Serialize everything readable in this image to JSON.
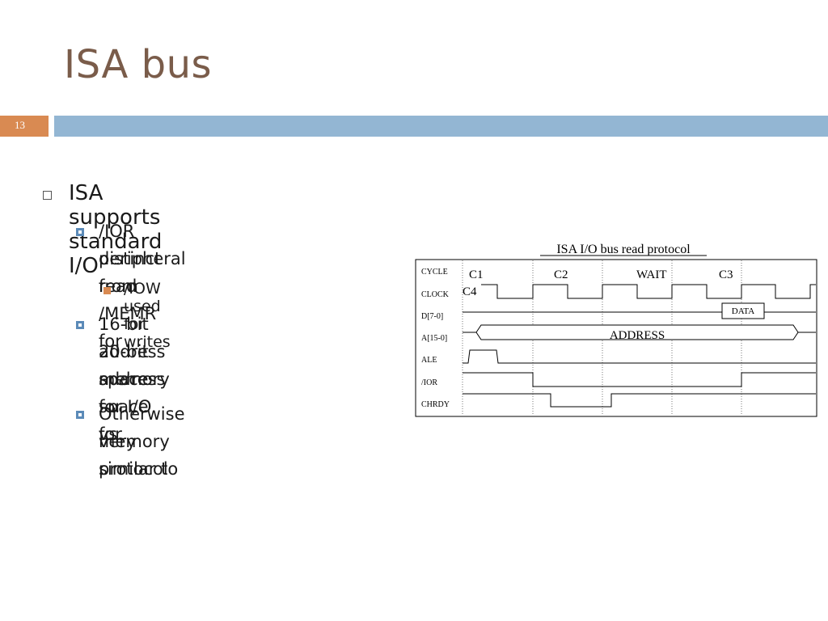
{
  "slide": {
    "title": "ISA bus",
    "number": "13",
    "colors": {
      "title": "#7a5c4a",
      "accent_orange": "#d98a52",
      "accent_blue": "#93b6d3"
    }
  },
  "bullets": {
    "b1": "ISA supports standard I/O",
    "b2_line1": "/IOR distinct from /MEMR for",
    "b2_line2": "peripheral read",
    "b3": "/IOW used for writes",
    "b4_line1": "16-bit address space for I/O vs.",
    "b4_line2": "20-bit address space for",
    "b4_line3": "memory",
    "b5_line1": "Otherwise very similar to",
    "b5_line2": "memory protocol"
  },
  "diagram": {
    "title": "ISA I/O bus read protocol",
    "signals": [
      "CYCLE",
      "CLOCK",
      "D[7-0]",
      "A[15-0]",
      "ALE",
      "/IOR",
      "CHRDY"
    ],
    "cycles": [
      "C1",
      "C2",
      "WAIT",
      "C3",
      "C4"
    ],
    "data_label": "DATA",
    "address_label": "ADDRESS"
  }
}
